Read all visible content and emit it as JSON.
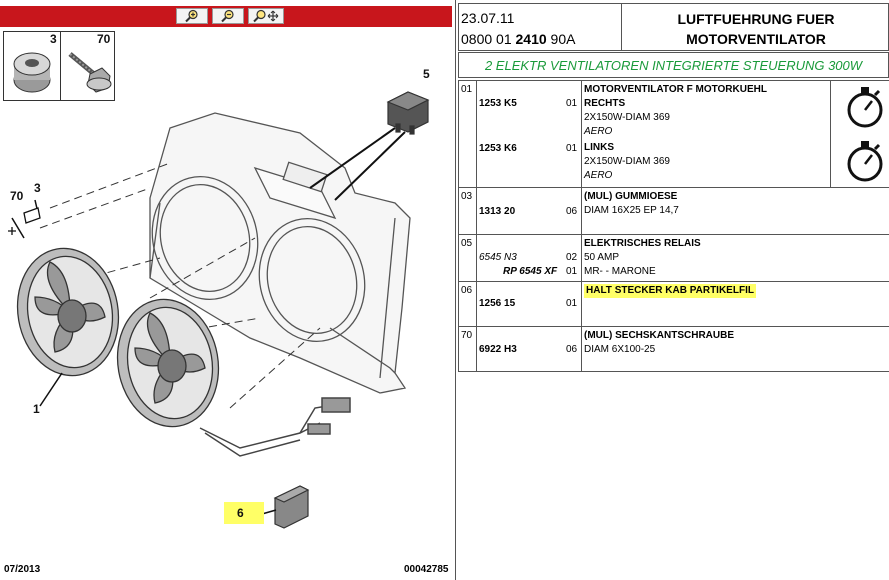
{
  "left": {
    "zoom_buttons": [
      {
        "name": "zoom-in-button",
        "icon": "zoom-in-icon"
      },
      {
        "name": "zoom-out-button",
        "icon": "zoom-out-icon"
      },
      {
        "name": "zoom-move-button",
        "icon": "zoom-move-icon"
      }
    ],
    "thumbnails": [
      {
        "label": "3"
      },
      {
        "label": "70"
      }
    ],
    "callouts": {
      "c5": "5",
      "c70": "70",
      "c3": "3",
      "c1": "1",
      "c6": "6"
    },
    "footer_date": "07/2013",
    "footer_id": "00042785"
  },
  "header": {
    "date": "23.07.11",
    "code_a": "0800 01 ",
    "code_b": "2410",
    "code_c": " 90A",
    "title_line1": "LUFTFUEHRUNG FUER",
    "title_line2": "MOTORVENTILATOR",
    "subtitle": "2 ELEKTR VENTILATOREN INTEGRIERTE STEUERUNG 300W"
  },
  "parts": {
    "r01": {
      "pos": "01",
      "ref1": "1253 K5",
      "qty1": "01",
      "desc1_title_a": "MOTORVENTILATOR F MOTORKUEHL",
      "desc1_title_b": "RECHTS",
      "desc1_line": "2X150W-DIAM 369",
      "desc1_note": "AERO",
      "ref2": "1253 K6",
      "qty2": "01",
      "desc2_title": "LINKS",
      "desc2_line": "2X150W-DIAM 369",
      "desc2_note": "AERO"
    },
    "r03": {
      "pos": "03",
      "ref": "1313 20",
      "qty": "06",
      "title": "(MUL) GUMMIOESE",
      "line": "DIAM 16X25 EP 14,7"
    },
    "r05": {
      "pos": "05",
      "ref1": "6545 N3",
      "qty1": "02",
      "ref2": "RP 6545 XF",
      "qty2": "01",
      "title": "ELEKTRISCHES RELAIS",
      "line1": "50 AMP",
      "line2": "MR- - MARONE"
    },
    "r06": {
      "pos": "06",
      "ref": "1256 15",
      "qty": "01",
      "title": "HALT STECKER KAB PARTIKELFIL"
    },
    "r70": {
      "pos": "70",
      "ref": "6922 H3",
      "qty": "06",
      "title": "(MUL) SECHSKANTSCHRAUBE",
      "line": "DIAM 6X100-25"
    }
  }
}
